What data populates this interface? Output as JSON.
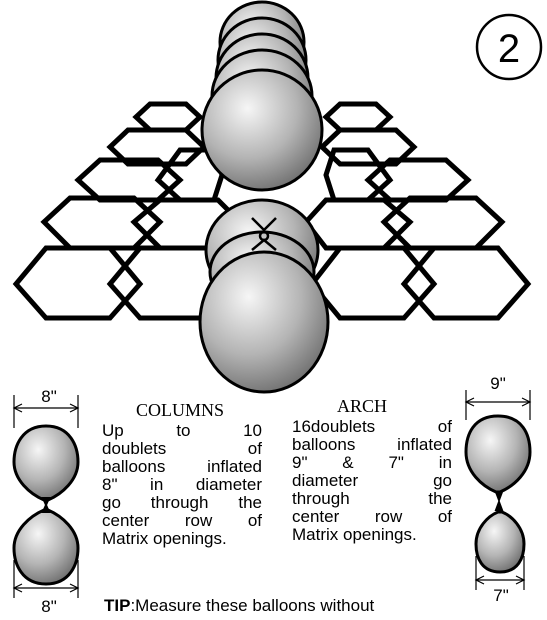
{
  "page_number": "2",
  "columns": {
    "title": "COLUMNS",
    "lines": [
      "Up to 10",
      "doublets of",
      "balloons inflated",
      "8\" in diameter",
      "go through the",
      "center row of",
      "Matrix openings."
    ],
    "dim_top": "8\"",
    "dim_bottom": "8\""
  },
  "arch": {
    "title": "ARCH",
    "lines": [
      "16doublets of",
      "balloons inflated",
      "9\" & 7\" in",
      "diameter go",
      "through the",
      "center row of",
      "Matrix openings."
    ],
    "dim_top": "9\"",
    "dim_bottom": "7\""
  },
  "tip": {
    "label": "TIP",
    "text": ":Measure these balloons without"
  },
  "colors": {
    "balloon_light": "#f4f4f4",
    "balloon_dark": "#6e6e6e",
    "outline": "#000000"
  }
}
